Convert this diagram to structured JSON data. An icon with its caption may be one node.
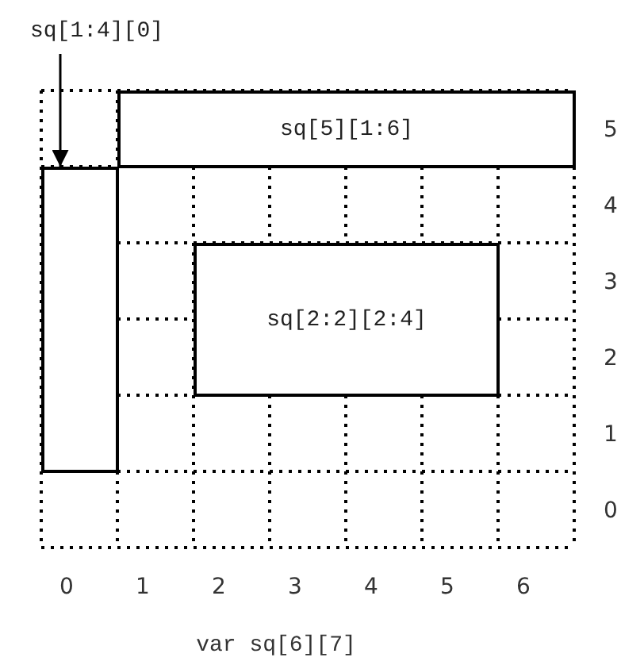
{
  "diagram": {
    "caption": "var sq[6][7]",
    "nodes": [
      {
        "text": [
          "sq[1:4][0]"
        ]
      },
      {
        "text": [],
        "shape": "box"
      },
      {
        "text": [
          "sq[5][1:6]"
        ]
      },
      {
        "text": [
          "sq[2:2][2:4]"
        ]
      }
    ],
    "edges": [
      {
        "from": 0,
        "to": 1,
        "arrow": "to"
      }
    ],
    "labels": [
      "5",
      "4",
      "3",
      "2",
      "1",
      "0",
      "0",
      "1",
      "2",
      "3",
      "4",
      "5",
      "6"
    ]
  }
}
